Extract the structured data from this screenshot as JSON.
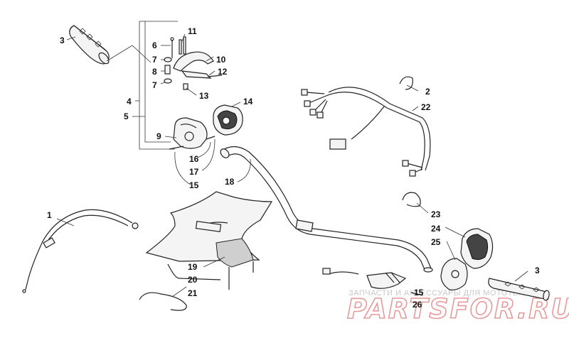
{
  "callouts": {
    "c1": "1",
    "c2": "2",
    "c3a": "3",
    "c3b": "3",
    "c4": "4",
    "c5": "5",
    "c6": "6",
    "c7a": "7",
    "c7b": "7",
    "c8": "8",
    "c9": "9",
    "c10": "10",
    "c11": "11",
    "c12": "12",
    "c13": "13",
    "c14": "14",
    "c15a": "15",
    "c15b": "15",
    "c16": "16",
    "c17": "17",
    "c18": "18",
    "c19": "19",
    "c20": "20",
    "c21": "21",
    "c22": "22",
    "c23": "23",
    "c24": "24",
    "c25": "25",
    "c26": "26"
  },
  "watermark": {
    "caption": "ЗАПЧАСТИ И АКСЕССУАРЫ ДЛЯ МОТОТЕХНИКИ",
    "brand": "PARTSFOR.RU"
  }
}
